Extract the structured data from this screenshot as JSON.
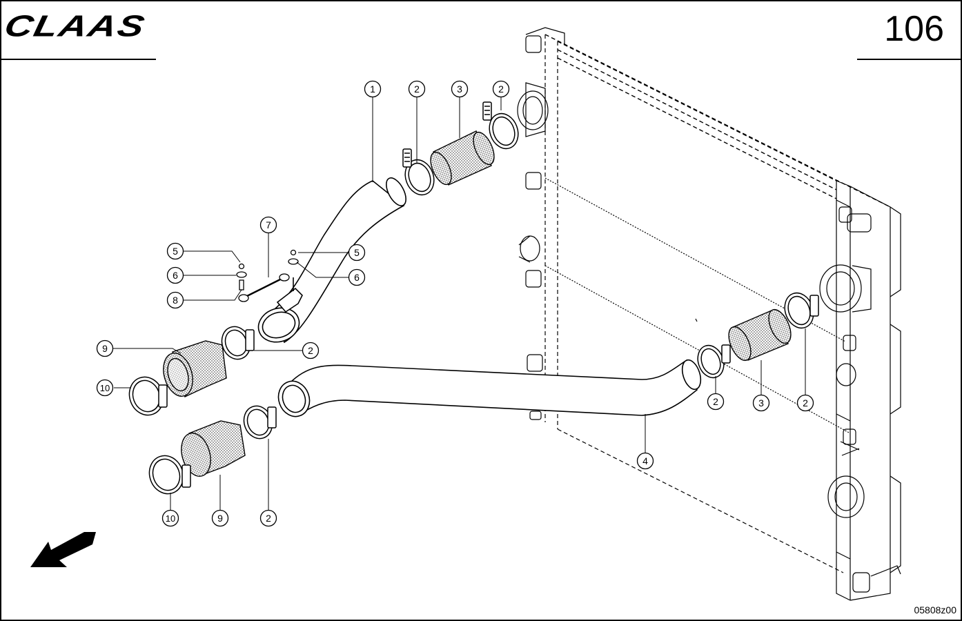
{
  "header": {
    "brand": "CLAAS",
    "page_number": "106"
  },
  "footer": {
    "figure_ref": "05808z00"
  },
  "callouts": [
    {
      "label": "1"
    },
    {
      "label": "2"
    },
    {
      "label": "3"
    },
    {
      "label": "2"
    },
    {
      "label": "7"
    },
    {
      "label": "5"
    },
    {
      "label": "6"
    },
    {
      "label": "8"
    },
    {
      "label": "5"
    },
    {
      "label": "6"
    },
    {
      "label": "9"
    },
    {
      "label": "2"
    },
    {
      "label": "10"
    },
    {
      "label": "2"
    },
    {
      "label": "3"
    },
    {
      "label": "2"
    },
    {
      "label": "4"
    },
    {
      "label": "9"
    },
    {
      "label": "2"
    },
    {
      "label": "10"
    }
  ]
}
